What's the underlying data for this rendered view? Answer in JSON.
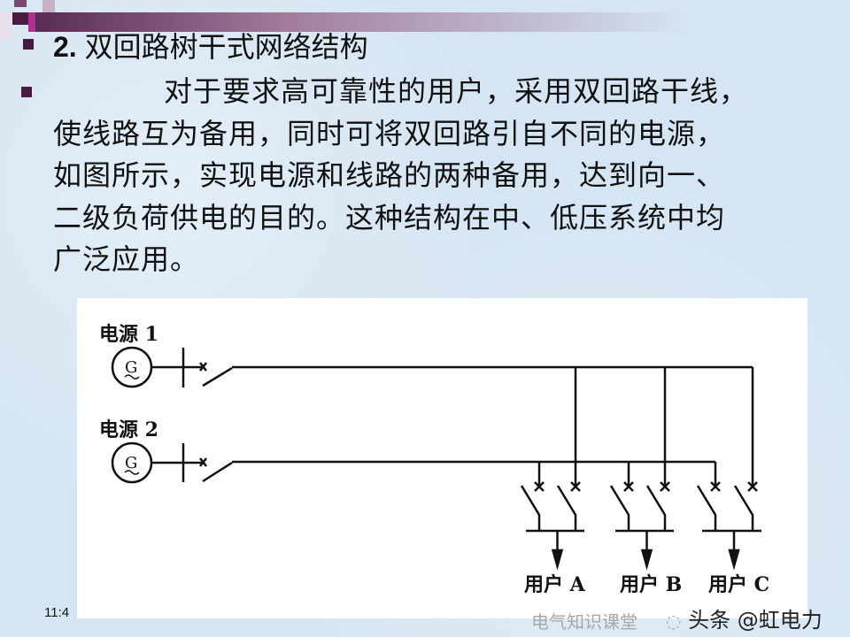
{
  "slide": {
    "title_number": "2.",
    "title": "双回路树干式网络结构",
    "body_lines": [
      "对于要求高可靠性的用户，采用双回路干线，",
      "使线路互为备用，同时可将双回路引自不同的电源，",
      "如图所示，实现电源和线路的两种备用，达到向一、",
      "二级负荷供电的目的。这种结构在中、低压系统中均",
      "广泛应用。"
    ],
    "time": "11:4"
  },
  "diagram": {
    "source1": "电源 1",
    "source2": "电源 2",
    "generator": "G",
    "users": [
      "用户 A",
      "用户 B",
      "用户 C"
    ]
  },
  "watermark": {
    "text": "头条 @虹电力",
    "sub": "电气知识课堂"
  },
  "colors": {
    "background": "#d5e5f3",
    "accent": "#4a1a45",
    "line": "#111111"
  }
}
